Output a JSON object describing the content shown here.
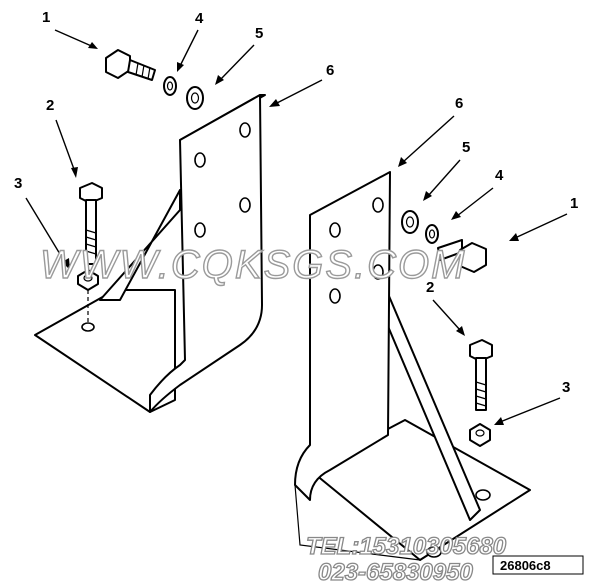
{
  "diagram": {
    "callouts": {
      "left": [
        "1",
        "2",
        "3",
        "4",
        "5",
        "6"
      ],
      "right": [
        "1",
        "2",
        "3",
        "4",
        "5",
        "6"
      ]
    },
    "watermark": "WWW.CQKSGS.COM",
    "phone_line_1": "TEL:15310305680",
    "phone_line_2": "023-65830950",
    "drawing_number": "26806c8"
  }
}
